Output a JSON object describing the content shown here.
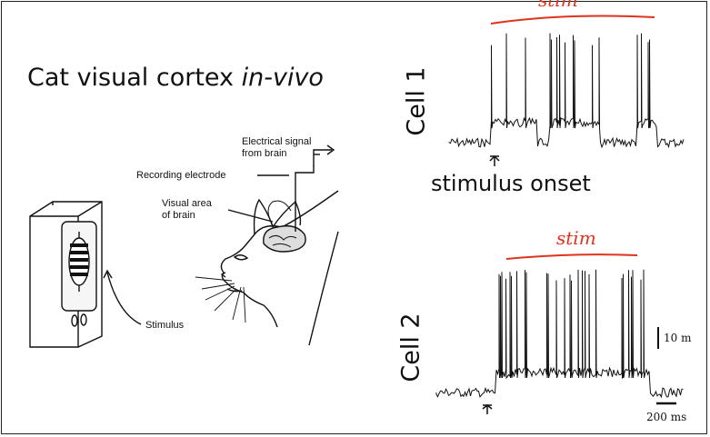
{
  "slide": {
    "title_main": "Cat visual cortex ",
    "title_italic": "in-vivo"
  },
  "illustration": {
    "label_signal": "Electrical signal\nfrom brain",
    "label_electrode": "Recording electrode",
    "label_visual_area": "Visual area\nof brain",
    "label_stimulus": "Stimulus"
  },
  "traces": {
    "cell1_label": "Cell 1",
    "cell2_label": "Cell 2",
    "onset_label": "stimulus onset",
    "stim_annotation_1": "stim",
    "stim_annotation_2": "stim",
    "scale_voltage": "10 m",
    "scale_time": "200 ms"
  },
  "colors": {
    "ink": "#111111",
    "annotation": "#e0321c"
  }
}
